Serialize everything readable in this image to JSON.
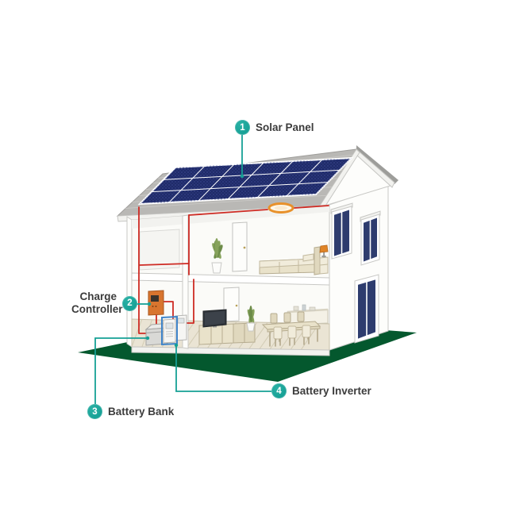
{
  "callouts": [
    {
      "num": "1",
      "label": "Solar Panel"
    },
    {
      "num": "2",
      "label": "Charge Controller"
    },
    {
      "num": "3",
      "label": "Battery Bank"
    },
    {
      "num": "4",
      "label": "Battery Inverter"
    }
  ],
  "solar_array": {
    "rows": 3,
    "cols": 6
  },
  "colors": {
    "accent_teal": "#16A095",
    "wire_red": "#CE2B24",
    "ground_green": "#04582E",
    "panel_navy": "#1F2B69",
    "roof_gray": "#B9B8B5",
    "controller_orange": "#D8752F",
    "highlight_blue": "#3F84C9",
    "lamp_orange": "#E8912B",
    "label_text": "#3C3C3C"
  }
}
